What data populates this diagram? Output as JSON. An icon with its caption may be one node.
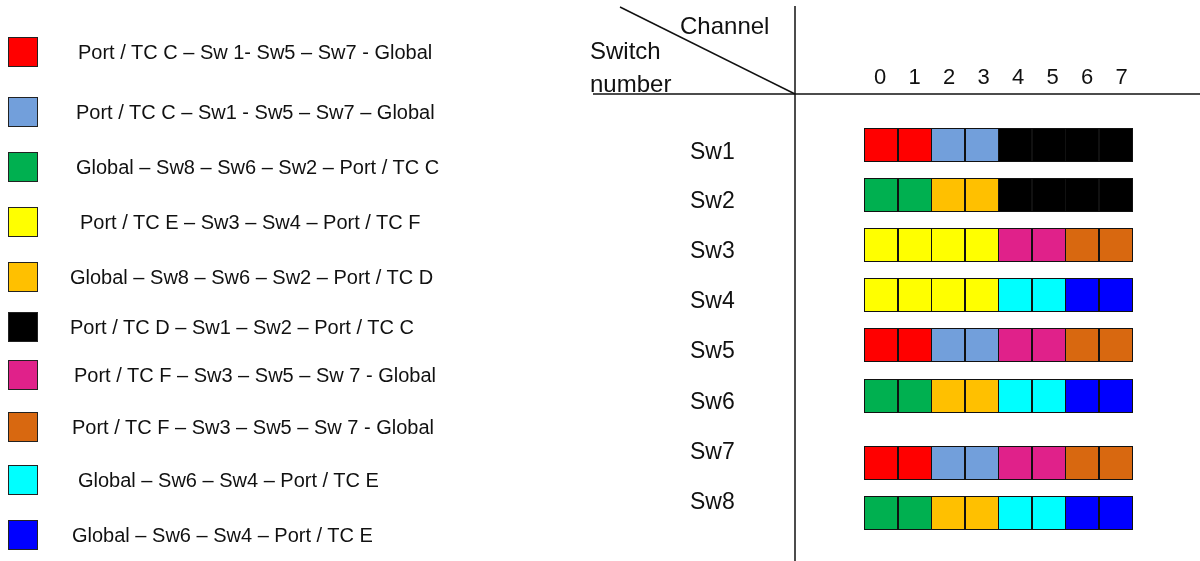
{
  "diagram": {
    "labels": [
      "Channel",
      "Switch number",
      "0",
      "1",
      "2",
      "3",
      "4",
      "5",
      "6",
      "7",
      "Sw1",
      "Sw2",
      "Sw3",
      "Sw4",
      "Sw5",
      "Sw6",
      "Sw7",
      "Sw8"
    ],
    "legend": [
      {
        "text": "Port / TC C – Sw 1- Sw5 – Sw7 - Global",
        "color": "#ff0000"
      },
      {
        "text": "Port / TC C – Sw1 - Sw5 – Sw7 – Global",
        "color": "#729fdb"
      },
      {
        "text": "Global – Sw8 – Sw6 – Sw2 – Port / TC C",
        "color": "#00b050"
      },
      {
        "text": "Port / TC E – Sw3 – Sw4 – Port / TC F",
        "color": "#ffff00"
      },
      {
        "text": "Global – Sw8 – Sw6 – Sw2 – Port / TC D",
        "color": "#ffc000"
      },
      {
        "text": "Port / TC D – Sw1 – Sw2 – Port / TC C",
        "color": "#000000"
      },
      {
        "text": "Port / TC F – Sw3 – Sw5 – Sw 7 - Global",
        "color": "#e0218a"
      },
      {
        "text": "Port / TC F – Sw3 – Sw5 – Sw 7 - Global",
        "color": "#d86810"
      },
      {
        "text": "Global – Sw6 – Sw4 – Port / TC E",
        "color": "#00ffff"
      },
      {
        "text": "Global – Sw6 – Sw4 – Port / TC E",
        "color": "#0000ff"
      }
    ]
  }
}
